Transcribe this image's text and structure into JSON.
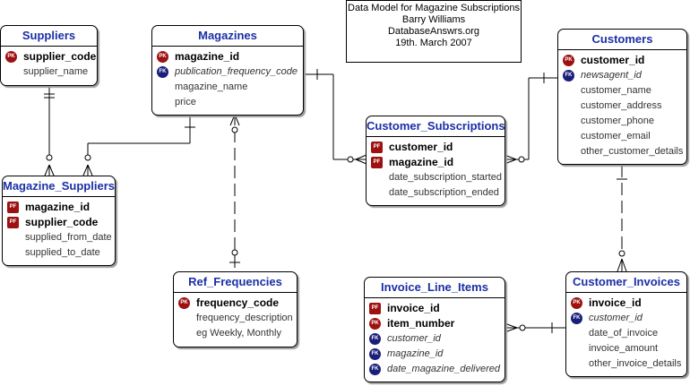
{
  "note": {
    "line1": "Data Model for Magazine Subscriptions",
    "line2": "Barry Williams",
    "line3": "DatabaseAnswrs.org",
    "line4": "19th. March 2007"
  },
  "entities": {
    "suppliers": {
      "title": "Suppliers",
      "fields": [
        {
          "badge": "PK",
          "name": "supplier_code"
        },
        {
          "badge": "",
          "name": "supplier_name"
        }
      ]
    },
    "magazines": {
      "title": "Magazines",
      "fields": [
        {
          "badge": "PK",
          "name": "magazine_id"
        },
        {
          "badge": "FK",
          "name": "publication_frequency_code"
        },
        {
          "badge": "",
          "name": "magazine_name"
        },
        {
          "badge": "",
          "name": "price"
        }
      ]
    },
    "customers": {
      "title": "Customers",
      "fields": [
        {
          "badge": "PK",
          "name": "customer_id"
        },
        {
          "badge": "FK",
          "name": "newsagent_id"
        },
        {
          "badge": "",
          "name": "customer_name"
        },
        {
          "badge": "",
          "name": "customer_address"
        },
        {
          "badge": "",
          "name": "customer_phone"
        },
        {
          "badge": "",
          "name": "customer_email"
        },
        {
          "badge": "",
          "name": "other_customer_details"
        }
      ]
    },
    "customer_subscriptions": {
      "title": "Customer_Subscriptions",
      "fields": [
        {
          "badge": "PF",
          "name": "customer_id"
        },
        {
          "badge": "PF",
          "name": "magazine_id"
        },
        {
          "badge": "",
          "name": "date_subscription_started"
        },
        {
          "badge": "",
          "name": "date_subscription_ended"
        }
      ]
    },
    "magazine_suppliers": {
      "title": "Magazine_Suppliers",
      "fields": [
        {
          "badge": "PF",
          "name": "magazine_id"
        },
        {
          "badge": "PF",
          "name": "supplier_code"
        },
        {
          "badge": "",
          "name": "supplied_from_date"
        },
        {
          "badge": "",
          "name": "supplied_to_date"
        }
      ]
    },
    "ref_frequencies": {
      "title": "Ref_Frequencies",
      "fields": [
        {
          "badge": "PK",
          "name": "frequency_code"
        },
        {
          "badge": "",
          "name": "frequency_description"
        },
        {
          "badge": "",
          "name": "eg Weekly, Monthly"
        }
      ]
    },
    "invoice_line_items": {
      "title": "Invoice_Line_Items",
      "fields": [
        {
          "badge": "PF",
          "name": "invoice_id"
        },
        {
          "badge": "PK",
          "name": "item_number"
        },
        {
          "badge": "FK",
          "name": "customer_id"
        },
        {
          "badge": "FK",
          "name": "magazine_id"
        },
        {
          "badge": "FK",
          "name": "date_magazine_delivered"
        }
      ]
    },
    "customer_invoices": {
      "title": "Customer_Invoices",
      "fields": [
        {
          "badge": "PK",
          "name": "invoice_id"
        },
        {
          "badge": "FK",
          "name": "customer_id"
        },
        {
          "badge": "",
          "name": "date_of_invoice"
        },
        {
          "badge": "",
          "name": "invoice_amount"
        },
        {
          "badge": "",
          "name": "other_invoice_details"
        }
      ]
    }
  },
  "colors": {
    "title_text": "#1b2fa6",
    "pk_badge": "#9e1111",
    "fk_badge": "#1a1f7a"
  }
}
